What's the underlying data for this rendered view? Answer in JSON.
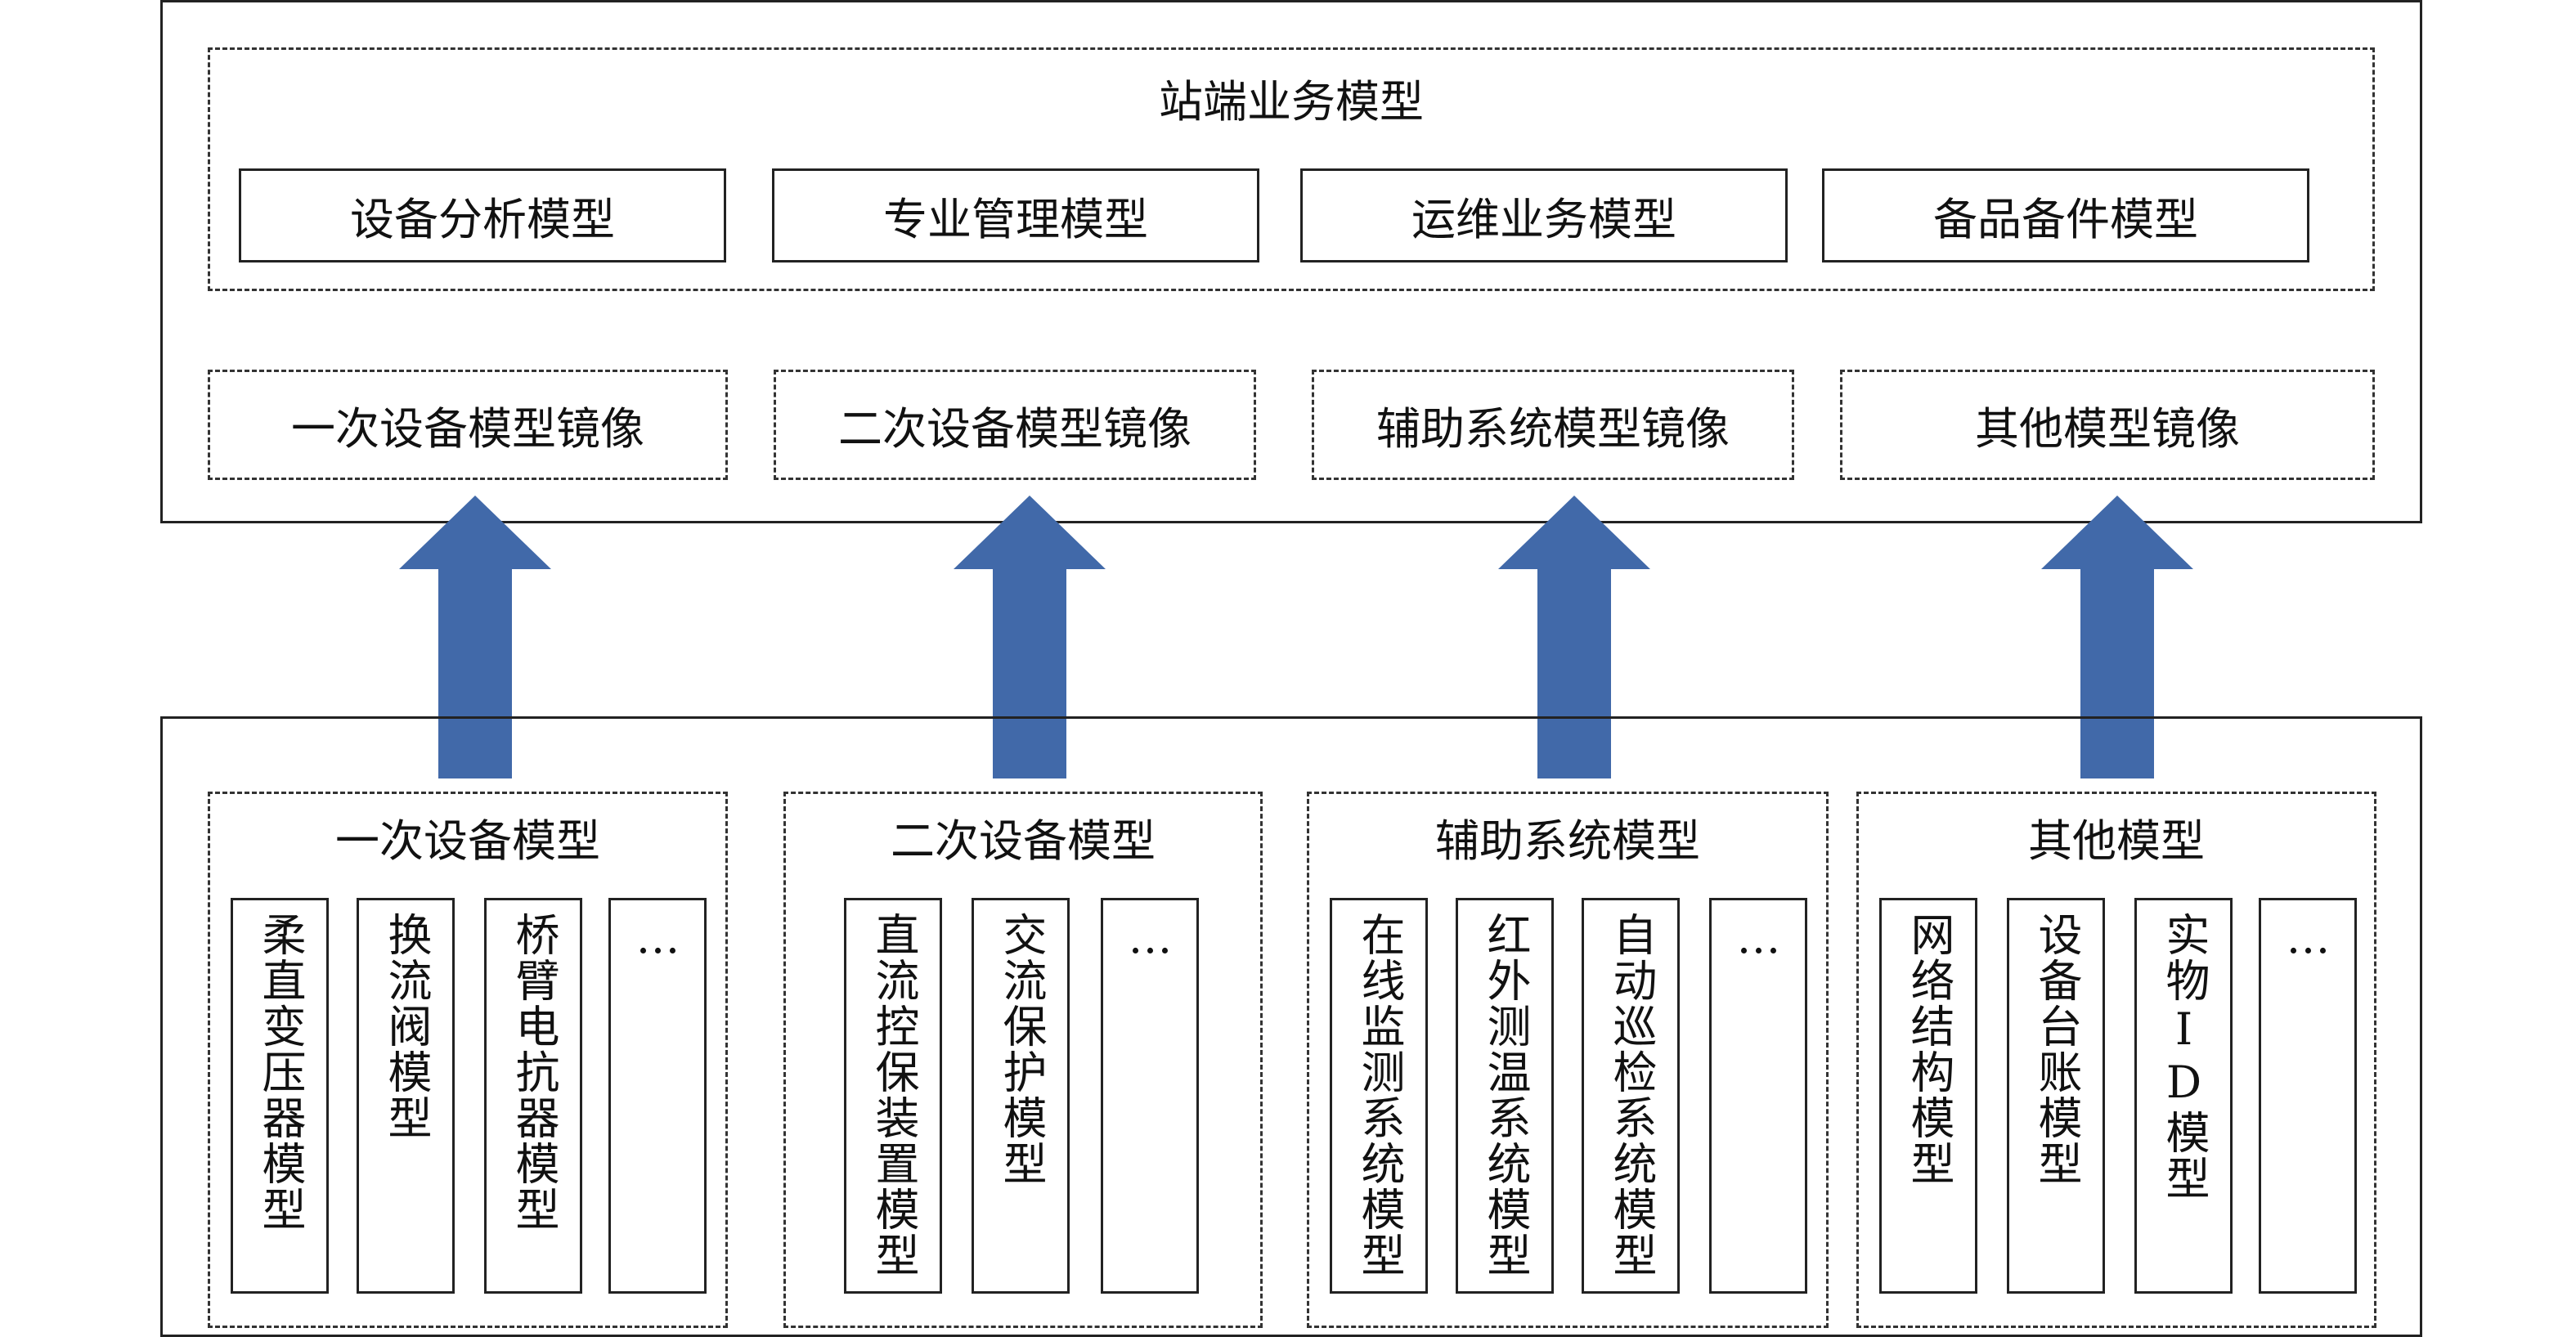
{
  "top": {
    "business": {
      "title": "站端业务模型",
      "items": [
        "设备分析模型",
        "专业管理模型",
        "运维业务模型",
        "备品备件模型"
      ]
    },
    "mirrors": [
      "一次设备模型镜像",
      "二次设备模型镜像",
      "辅助系统模型镜像",
      "其他模型镜像"
    ]
  },
  "bottom": {
    "groups": [
      {
        "title": "一次设备模型",
        "items": [
          "柔直变压器模型",
          "换流阀模型",
          "桥臂电抗器模型",
          "…"
        ]
      },
      {
        "title": "二次设备模型",
        "items": [
          "直流控保装置模型",
          "交流保护模型",
          "…"
        ]
      },
      {
        "title": "辅助系统模型",
        "items": [
          "在线监测系统模型",
          "红外测温系统模型",
          "自动巡检系统模型",
          "…"
        ]
      },
      {
        "title": "其他模型",
        "items": [
          "网络结构模型",
          "设备台账模型",
          "实物ID模型",
          "…"
        ]
      }
    ]
  },
  "colors": {
    "arrow": "#4169A9",
    "border": "#222222"
  }
}
